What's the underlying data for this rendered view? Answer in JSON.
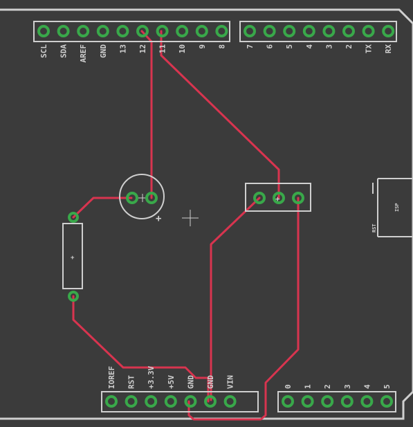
{
  "colors": {
    "board": "#3b3b3b",
    "silkscreen": "#cfcfcf",
    "pad": "#39a84a",
    "trace": "#d8344f"
  },
  "header_top_left": {
    "labels": [
      "SCL",
      "SDA",
      "AREF",
      "GND",
      "13",
      "12",
      "11",
      "10",
      "9",
      "8"
    ]
  },
  "header_top_right": {
    "labels": [
      "7",
      "6",
      "5",
      "4",
      "3",
      "2",
      "TX",
      "RX"
    ]
  },
  "header_bottom_left": {
    "labels": [
      "IOREF",
      "RST",
      "+3.3V",
      "+5V",
      "GND",
      "GND",
      "VIN"
    ]
  },
  "header_bottom_right": {
    "labels": [
      "0",
      "1",
      "2",
      "3",
      "4",
      "5"
    ]
  },
  "polarized_cap": {
    "plus_marker": "+"
  },
  "resistor": {
    "center_marker": "+"
  },
  "origin_marker": "+",
  "three_pin_header": {
    "center_marker": "+"
  },
  "reset_button": {
    "label_rst": "RST",
    "label_isp": "ISP"
  }
}
